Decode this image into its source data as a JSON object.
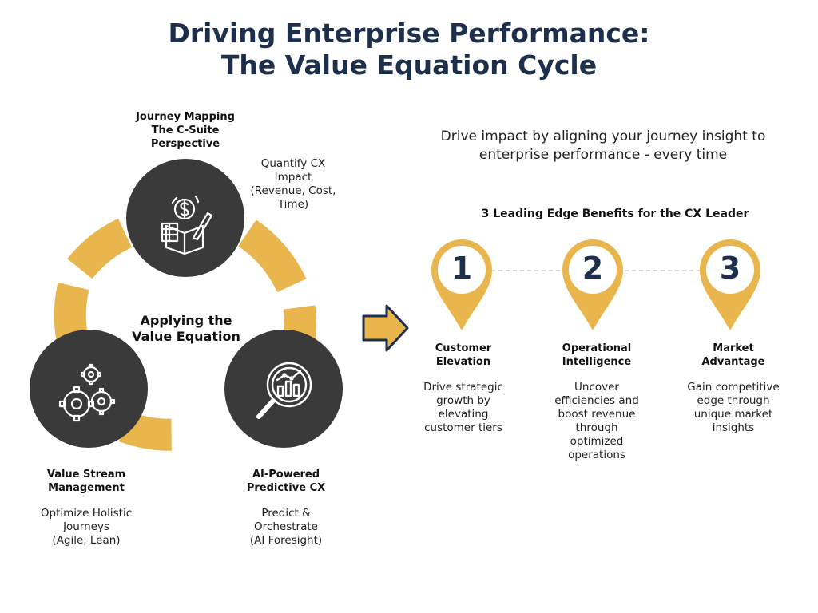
{
  "title": {
    "line1": "Driving Enterprise Performance:",
    "line2": "The Value Equation Cycle"
  },
  "colors": {
    "navy": "#1d2f4b",
    "gold": "#e8b64d",
    "dark_circle": "#3a3a3a",
    "dash": "#c8c8c8"
  },
  "cycle": {
    "center_label": {
      "line1": "Applying the",
      "line2": "Value Equation"
    },
    "nodes": [
      {
        "id": "journey-mapping",
        "icon": "dollar-book-icon",
        "title_lines": [
          "Journey Mapping",
          "The C-Suite",
          "Perspective"
        ],
        "desc_lines": [
          "Quantify CX",
          "Impact",
          "(Revenue, Cost,",
          "Time)"
        ]
      },
      {
        "id": "value-stream",
        "icon": "gears-icon",
        "title_lines": [
          "Value Stream",
          "Management"
        ],
        "desc_lines": [
          "Optimize Holistic",
          "Journeys",
          "(Agile, Lean)"
        ]
      },
      {
        "id": "ai-predictive",
        "icon": "magnifier-chart-icon",
        "title_lines": [
          "AI-Powered",
          "Predictive CX"
        ],
        "desc_lines": [
          "Predict &",
          "Orchestrate",
          "(AI Foresight)"
        ]
      }
    ]
  },
  "tagline": {
    "line1": "Drive impact by aligning your journey insight to",
    "line2": "enterprise performance - every time"
  },
  "benefits": {
    "title": "3 Leading Edge Benefits for the CX Leader",
    "items": [
      {
        "number": "1",
        "title_lines": [
          "Customer",
          "Elevation"
        ],
        "desc_lines": [
          "Drive strategic",
          "growth by",
          "elevating",
          "customer tiers"
        ]
      },
      {
        "number": "2",
        "title_lines": [
          "Operational",
          "Intelligence"
        ],
        "desc_lines": [
          "Uncover",
          "efficiencies and",
          "boost revenue",
          "through",
          "optimized",
          "operations"
        ]
      },
      {
        "number": "3",
        "title_lines": [
          "Market",
          "Advantage"
        ],
        "desc_lines": [
          "Gain competitive",
          "edge through",
          "unique market",
          "insights"
        ]
      }
    ]
  }
}
